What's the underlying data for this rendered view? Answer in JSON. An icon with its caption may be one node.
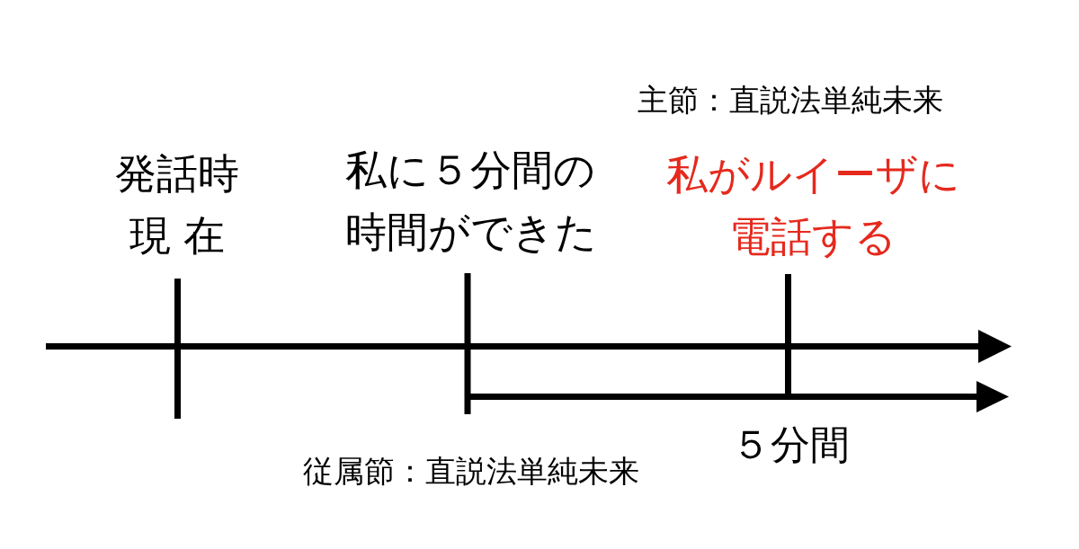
{
  "diagram": {
    "labels": [
      "主節：直説法単純未来",
      "発話時",
      "現 在",
      "私に５分間の時間ができた",
      "私がルイーザに電話する",
      "５分間",
      "従属節：直説法単純未来"
    ]
  }
}
